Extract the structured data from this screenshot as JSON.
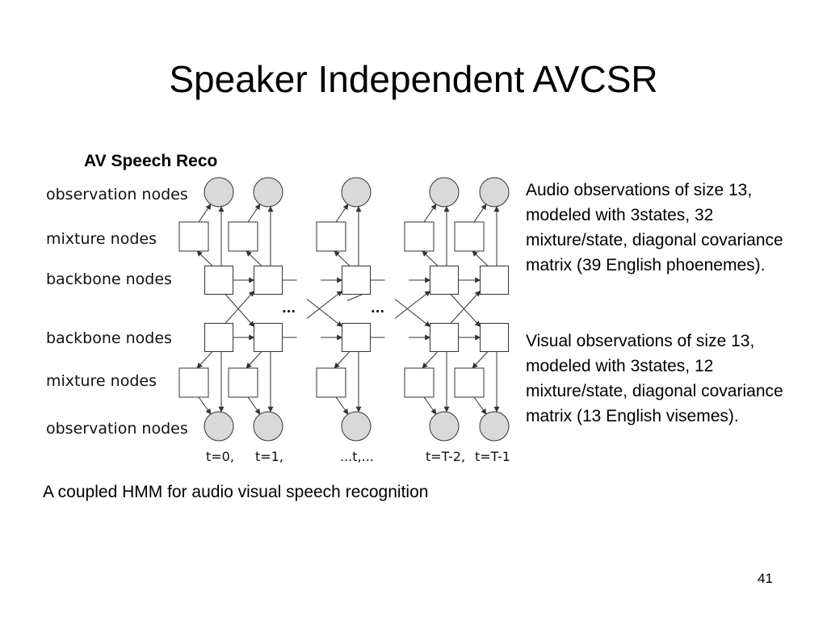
{
  "slide": {
    "title": "Speaker Independent AVCSR",
    "page_number": "41"
  },
  "figure": {
    "heading": "AV Speech Reco",
    "row_labels": [
      "observation nodes",
      "mixture nodes",
      "backbone nodes",
      "backbone nodes",
      "mixture nodes",
      "observation nodes"
    ],
    "time_labels": [
      "t=0,",
      "t=1,",
      "...t,...",
      "t=T-2,",
      "t=T-1"
    ],
    "ellipsis": [
      "...",
      "..."
    ],
    "caption": "A coupled HMM for audio visual speech recognition",
    "colors": {
      "observation_fill": "#d9d9d9",
      "stroke": "#333333"
    }
  },
  "descriptions": {
    "audio": "Audio observations of size 13, modeled with 3states, 32 mixture/state, diagonal covariance matrix (39 English phoenemes).",
    "visual": "Visual observations of size 13, modeled with 3states, 12 mixture/state, diagonal covariance matrix (13 English visemes)."
  }
}
